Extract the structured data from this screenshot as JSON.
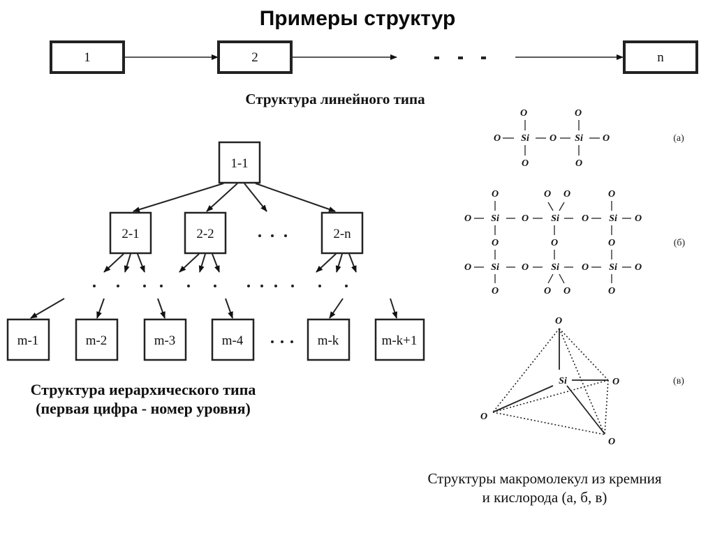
{
  "title": "Примеры структур",
  "linear": {
    "caption": "Структура линейного типа",
    "nodes": [
      "1",
      "2",
      "n"
    ],
    "ellipsis": "· · ·"
  },
  "hierarchy": {
    "caption_line1": "Структура иерархического типа",
    "caption_line2": "(первая цифра - номер уровня)",
    "root": "1-1",
    "level2": [
      "2-1",
      "2-2",
      "2-n"
    ],
    "levelm": [
      "m-1",
      "m-2",
      "m-3",
      "m-4",
      "m-k",
      "m-k+1"
    ],
    "ellipsis": "· · ·"
  },
  "molecules": {
    "caption_line1": "Структуры макромолекул из кремния",
    "caption_line2": "и кислорода (а, б, в)",
    "labels": [
      "(a)",
      "(б)",
      "(в)"
    ],
    "silicon": "Si",
    "oxygen": "O"
  }
}
